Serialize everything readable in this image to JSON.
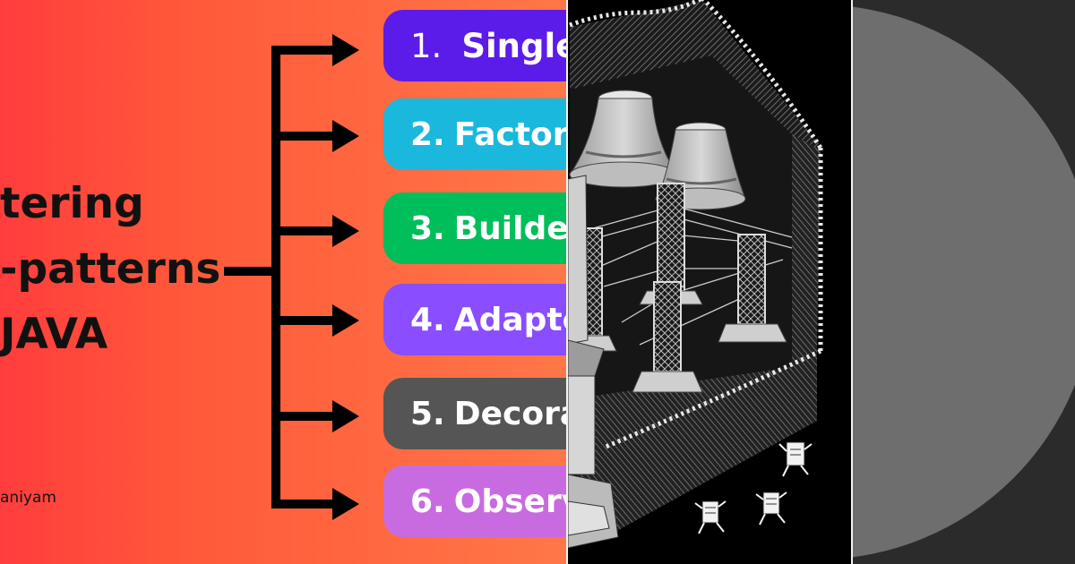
{
  "thumbnail": {
    "title_lines": [
      "tering",
      "-patterns",
      "JAVA"
    ],
    "author_fragment": "aniyam",
    "patterns": [
      {
        "number": "1.",
        "name": "Single",
        "color": "#5b1be8"
      },
      {
        "number": "2.",
        "name": "Factory",
        "color": "#1ab8dc"
      },
      {
        "number": "3.",
        "name": "Builde",
        "color": "#00be5a"
      },
      {
        "number": "4.",
        "name": "Adapte",
        "color": "#8a4dff"
      },
      {
        "number": "5.",
        "name": "Decora",
        "color": "#555555"
      },
      {
        "number": "6.",
        "name": "Observ",
        "color": "#c96be0"
      }
    ],
    "colors": {
      "background_left": "#ff3d3d",
      "background_right": "#ff7748",
      "illustration_bg": "#000000",
      "right_panel_bg": "#2b2b2b",
      "circle_fill": "#6e6e6e"
    }
  }
}
